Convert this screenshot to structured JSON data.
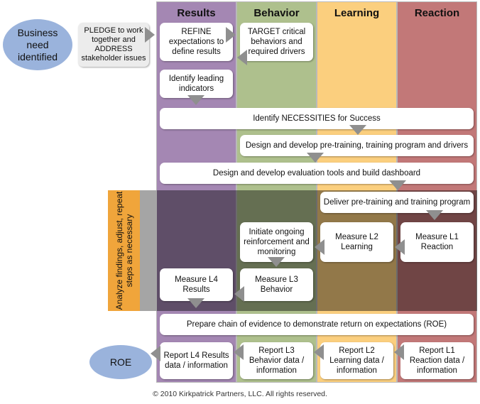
{
  "columns": [
    {
      "title": "Results",
      "color": "#a487b3"
    },
    {
      "title": "Behavior",
      "color": "#aec08d"
    },
    {
      "title": "Learning",
      "color": "#fbcf7e"
    },
    {
      "title": "Reaction",
      "color": "#c27878"
    }
  ],
  "left_panel": {
    "start_label": "Business need identified",
    "end_label": "ROE",
    "ellipse_color": "#9ab3dc",
    "pledge": "PLEDGE to work together and ADDRESS stakeholder issues",
    "analyze": "Analyze findings, adjust, repeat steps as necessary"
  },
  "steps": {
    "refine": "REFINE expectations to define results",
    "target": "TARGET critical behaviors and required drivers",
    "leading": "Identify leading indicators",
    "necessities": "Identify NECESSITIES for Success",
    "design_training": "Design and develop pre-training, training program and drivers",
    "design_eval": "Design and develop evaluation tools and build dashboard",
    "deliver": "Deliver pre-training and training program",
    "ongoing": "Initiate ongoing reinforcement and monitoring",
    "l2": "Measure L2 Learning",
    "l1": "Measure L1 Reaction",
    "l4": "Measure L4 Results",
    "l3": "Measure L3 Behavior",
    "chain": "Prepare chain of evidence to demonstrate return on expectations (ROE)",
    "r4": "Report L4 Results data / information",
    "r3": "Report L3 Behavior data / information",
    "r2": "Report L2 Learning data / information",
    "r1": "Report L1 Reaction data / information"
  },
  "copyright": "© 2010 Kirkpatrick Partners, LLC.  All rights reserved."
}
